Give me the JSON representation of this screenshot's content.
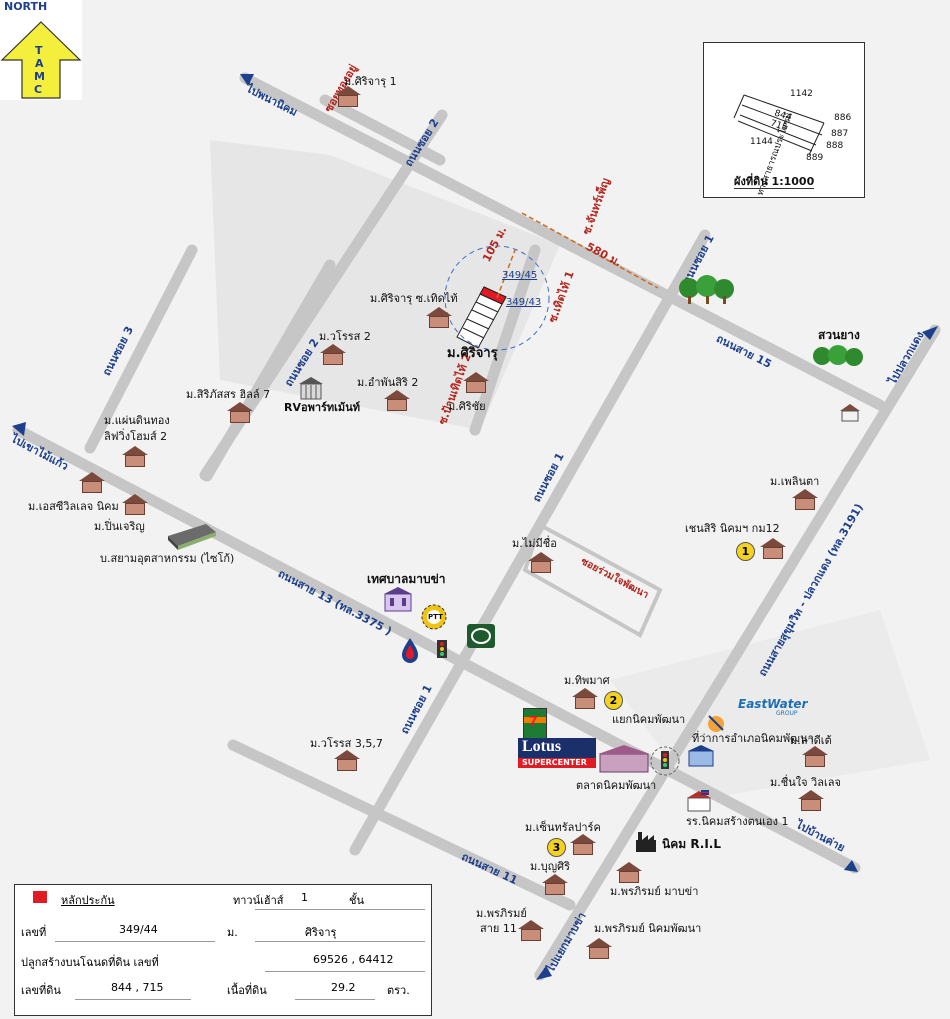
{
  "north": {
    "word": "NORTH",
    "letters": [
      "T",
      "A",
      "M",
      "C"
    ]
  },
  "places": {
    "sirijaru1": "ม.ศิริจารุ 1",
    "sirijaru_tiedtai": "ม.ศิริจารุ ซ.เทิดไท้",
    "sirijaru": "ม.ศิริจารุ",
    "woraros2": "ม.วโรรส 2",
    "amphansiri2": "ม.อำพันสิริ 2",
    "sirichai": "ม.ศิริชัย",
    "siriphatsorn7": "ม.สิริภัสสร ฮิลล์ 7",
    "rv_apartment": "RVอพาร์ทเม้นท์",
    "paendinthong_1": "ม.แผ่นดินทอง",
    "paendinthong_2": "ลิฟวิ่งโฮมส์ 2",
    "esvillage": "ม.เอสซีวิลเลจ นิคม",
    "pinjaroen": "ม.ปิ่นเจริญ",
    "siam_company": "บ.สยามอุตสาหกรรม (ไซโก้)",
    "tessaban": "เทศบาลมาบข่า",
    "maimiche": "ม.ไม่มีชื่อ",
    "pluemjai": "ซอยร่วมใจพัฒนา",
    "phelinta": "ม.เพลินตา",
    "chensiri": "เชนสิริ นิคมฯ กม12",
    "suanyang": "สวนยาง",
    "thipmat": "ม.ทิพมาศ",
    "woraros357": "ม.วโรรส 3,5,7",
    "yaek_nikhom": "แยกนิคมพัฒนา",
    "amphoe_office": "ที่ว่าการอำเภอนิคมพัฒนา",
    "eastwater": "EastWater",
    "eastwater_sub": "GROUP",
    "lotus_brand": "Lotus",
    "lotus_sub": "SUPERCENTER",
    "seven": "7",
    "talad": "ตลาดนิคมพัฒนา",
    "lardee": "ม.ลาดีเต้",
    "cheunjai": "ม.ชื่นใจ วิลเลจ",
    "school": "รร.นิคมสร้างตนเอง 1",
    "central_park": "ม.เซ็นทรัลปาร์ค",
    "ril": "นิคม R.I.L",
    "boonsiri": "ม.บุญศิริ",
    "promprom_mabka": "ม.พรภิรมย์ มาบข่า",
    "promprom11_1": "ม.พรภิรมย์",
    "promprom11_2": "สาย 11",
    "promprom_nikhom": "ม.พรภิรมย์ นิคมพัฒนา",
    "lot_a": "349/45",
    "lot_b": "349/43",
    "ptt": "PTT"
  },
  "roads": {
    "to_phanat": "ไปพนานิคม",
    "soi_thongyu": "ซอยทองอยู่",
    "soi2_top": "ถนนซอย 2",
    "soi2_mid": "ถนนซอย 2",
    "soi3": "ถนนซอย 3",
    "soi1_top": "ถนนซอย 1",
    "soi1_mid": "ถนนซอย 1",
    "soi1_low": "ถนนซอย 1",
    "to_khaomaikaew": "ไปเขาไม้แก้ว",
    "sai13": "ถนนสาย 13 (ทล.3375 )",
    "sai15": "ถนนสาย 15",
    "sai11": "ถนนสาย 11",
    "to_pluakdaeng": "ไปปลวกแดง",
    "sukhumvit": "ถนนสายสุขุมวิท - ปลวกแดง (ทล.3191)",
    "to_bankhai": "ไปบ้านค่าย",
    "to_mabka": "ไปแยกมาบข่า",
    "soi_tiedtai1": "ซ.เทิดไท้ 1",
    "soi_tiedtai2": "ซ.ป้านเทิดไท้ 2",
    "soi_janpet": "ซ.จันทร์เพ็ญ",
    "dist_105": "105 ม.",
    "dist_580": "580 ม."
  },
  "inset": {
    "title": "ผังที่ดิน 1:1000",
    "road": "ทางสาธารณประโยชน์",
    "lots": {
      "a": "1142",
      "b": "844",
      "c": "715",
      "d": "1144",
      "e": "886",
      "f": "887",
      "g": "888",
      "h": "889"
    }
  },
  "legend": {
    "marker_label": "หลักประกัน",
    "type_label": "ทาวน์เฮ้าส์",
    "floors": "1",
    "floors_unit": "ชั้น",
    "no_label": "เลขที่",
    "no_value": "349/44",
    "village_label": "ม.",
    "village_value": "ศิริจารุ",
    "deed_label": "ปลูกสร้างบนโฉนดที่ดิน เลขที่",
    "deed_value": "69526 , 64412",
    "land_no_label": "เลขที่ดิน",
    "land_no_value": "844 , 715",
    "area_label": "เนื้อที่ดิน",
    "area_value": "29.2",
    "area_unit": "ตรว."
  },
  "colors": {
    "road": "#c8c8c8",
    "label_blue": "#1d3f8c",
    "label_red": "#b3261e",
    "marker": "#e01b24",
    "north": "#f4ef3c"
  }
}
